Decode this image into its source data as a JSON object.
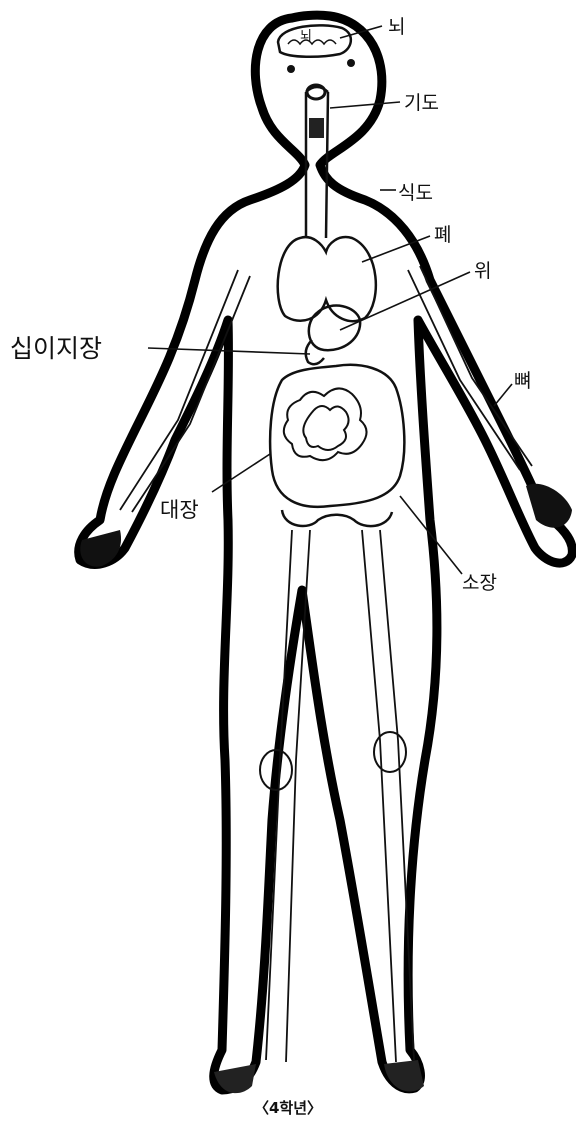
{
  "labels": {
    "brain": "뇌",
    "brain_inner": "뇌",
    "trachea": "기도",
    "esophagus": "식도",
    "lung": "폐",
    "stomach": "위",
    "duodenum": "십이지장",
    "bone": "뼈",
    "large_intestine": "대장",
    "small_intestine": "소장"
  },
  "caption": "〈4학년〉"
}
